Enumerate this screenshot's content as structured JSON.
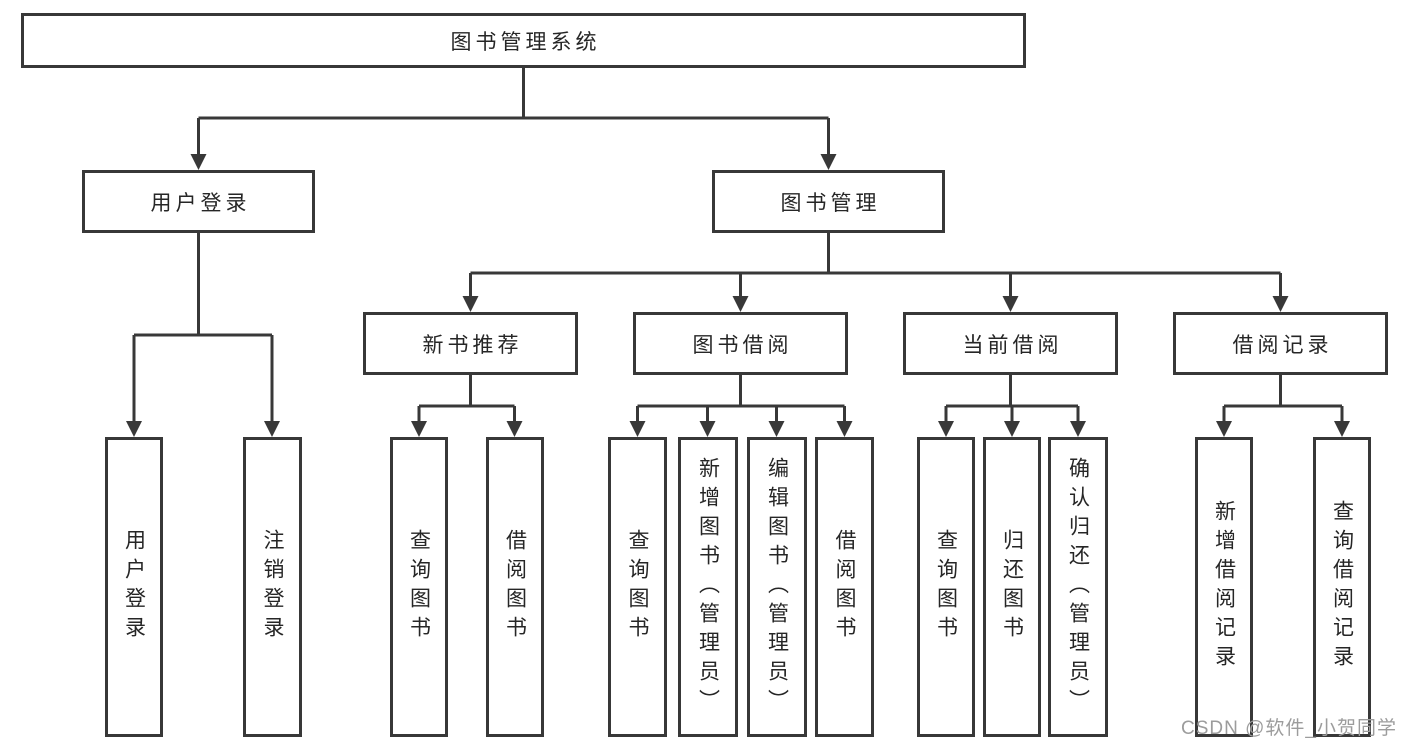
{
  "diagram_title": "图书管理系统",
  "root": {
    "label": "图书管理系统"
  },
  "level2": [
    {
      "label": "用户登录"
    },
    {
      "label": "图书管理"
    }
  ],
  "level3": [
    {
      "label": "新书推荐",
      "parent": "图书管理"
    },
    {
      "label": "图书借阅",
      "parent": "图书管理"
    },
    {
      "label": "当前借阅",
      "parent": "图书管理"
    },
    {
      "label": "借阅记录",
      "parent": "图书管理"
    }
  ],
  "leaves": [
    {
      "label": "用户登录",
      "parent": "用户登录"
    },
    {
      "label": "注销登录",
      "parent": "用户登录"
    },
    {
      "label": "查询图书",
      "parent": "新书推荐"
    },
    {
      "label": "借阅图书",
      "parent": "新书推荐"
    },
    {
      "label": "查询图书",
      "parent": "图书借阅"
    },
    {
      "label": "新增图书（管理员）",
      "parent": "图书借阅"
    },
    {
      "label": "编辑图书（管理员）",
      "parent": "图书借阅"
    },
    {
      "label": "借阅图书",
      "parent": "图书借阅"
    },
    {
      "label": "查询图书",
      "parent": "当前借阅"
    },
    {
      "label": "归还图书",
      "parent": "当前借阅"
    },
    {
      "label": "确认归还（管理员）",
      "parent": "当前借阅"
    },
    {
      "label": "新增借阅记录",
      "parent": "借阅记录"
    },
    {
      "label": "查询借阅记录",
      "parent": "借阅记录"
    }
  ],
  "watermark": "CSDN @软件_小贺同学",
  "colors": {
    "line": "#383838",
    "box_border": "#383838",
    "text": "#262626",
    "watermark": "#9c9c9c",
    "background": "#ffffff"
  }
}
